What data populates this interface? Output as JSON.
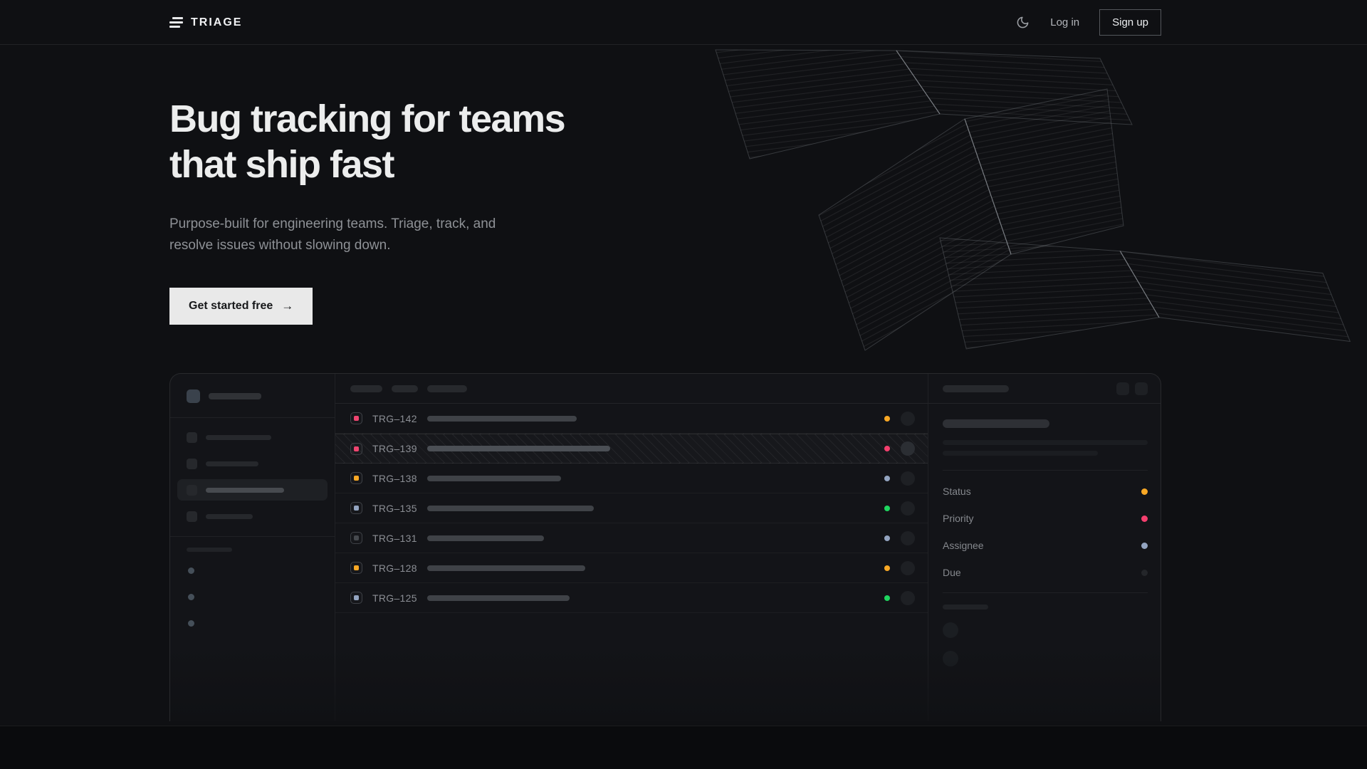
{
  "nav": {
    "brand": "TRIAGE",
    "login_label": "Log in",
    "signup_label": "Sign up",
    "theme_icon": "moon-icon"
  },
  "hero": {
    "title_line1": "Bug tracking for teams",
    "title_line2": "that ship fast",
    "subtitle": "Purpose-built for engineering teams. Triage, track, and resolve issues without slowing down.",
    "cta_label": "Get started free",
    "cta_arrow": "→"
  },
  "app_preview": {
    "list_header_pill_widths": [
      45,
      37,
      56
    ],
    "sidebar": {
      "workspace_pill_width": 74,
      "nav_items": [
        {
          "pill_width": 92,
          "active": false
        },
        {
          "pill_width": 74,
          "active": false
        },
        {
          "pill_width": 110,
          "active": true
        },
        {
          "pill_width": 66,
          "active": false
        }
      ],
      "dot_count": 3
    },
    "issues": [
      {
        "id": "TRG–142",
        "icon_color": "#ef4570",
        "title_width": 210,
        "status_color": "#f9a825",
        "selected": false
      },
      {
        "id": "TRG–139",
        "icon_color": "#ef4570",
        "title_width": 257,
        "status_color": "#f43f6e",
        "selected": true
      },
      {
        "id": "TRG–138",
        "icon_color": "#f9a825",
        "title_width": 188,
        "status_color": "#93a4c0",
        "selected": false
      },
      {
        "id": "TRG–135",
        "icon_color": "#93a4c0",
        "title_width": 234,
        "status_color": "#1fd65f",
        "selected": false
      },
      {
        "id": "TRG–131",
        "icon_color": "#46494e",
        "title_width": 164,
        "status_color": "#93a4c0",
        "selected": false
      },
      {
        "id": "TRG–128",
        "icon_color": "#f9a825",
        "title_width": 222,
        "status_color": "#f9a825",
        "selected": false
      },
      {
        "id": "TRG–125",
        "icon_color": "#93a4c0",
        "title_width": 200,
        "status_color": "#1fd65f",
        "selected": false
      }
    ],
    "detail_fields": [
      {
        "label": "Status",
        "color": "#f9a825"
      },
      {
        "label": "Priority",
        "color": "#f43f6e"
      },
      {
        "label": "Assignee",
        "color": "#93a4c0"
      },
      {
        "label": "Due",
        "color": "#24262a"
      }
    ],
    "activity_circle_count": 2
  },
  "colors": {
    "amber": "#f9a825",
    "pink": "#f43f6e",
    "blue_gray": "#93a4c0",
    "green": "#1fd65f",
    "page_bg": "#0f1013",
    "panel_bg": "#131418"
  }
}
